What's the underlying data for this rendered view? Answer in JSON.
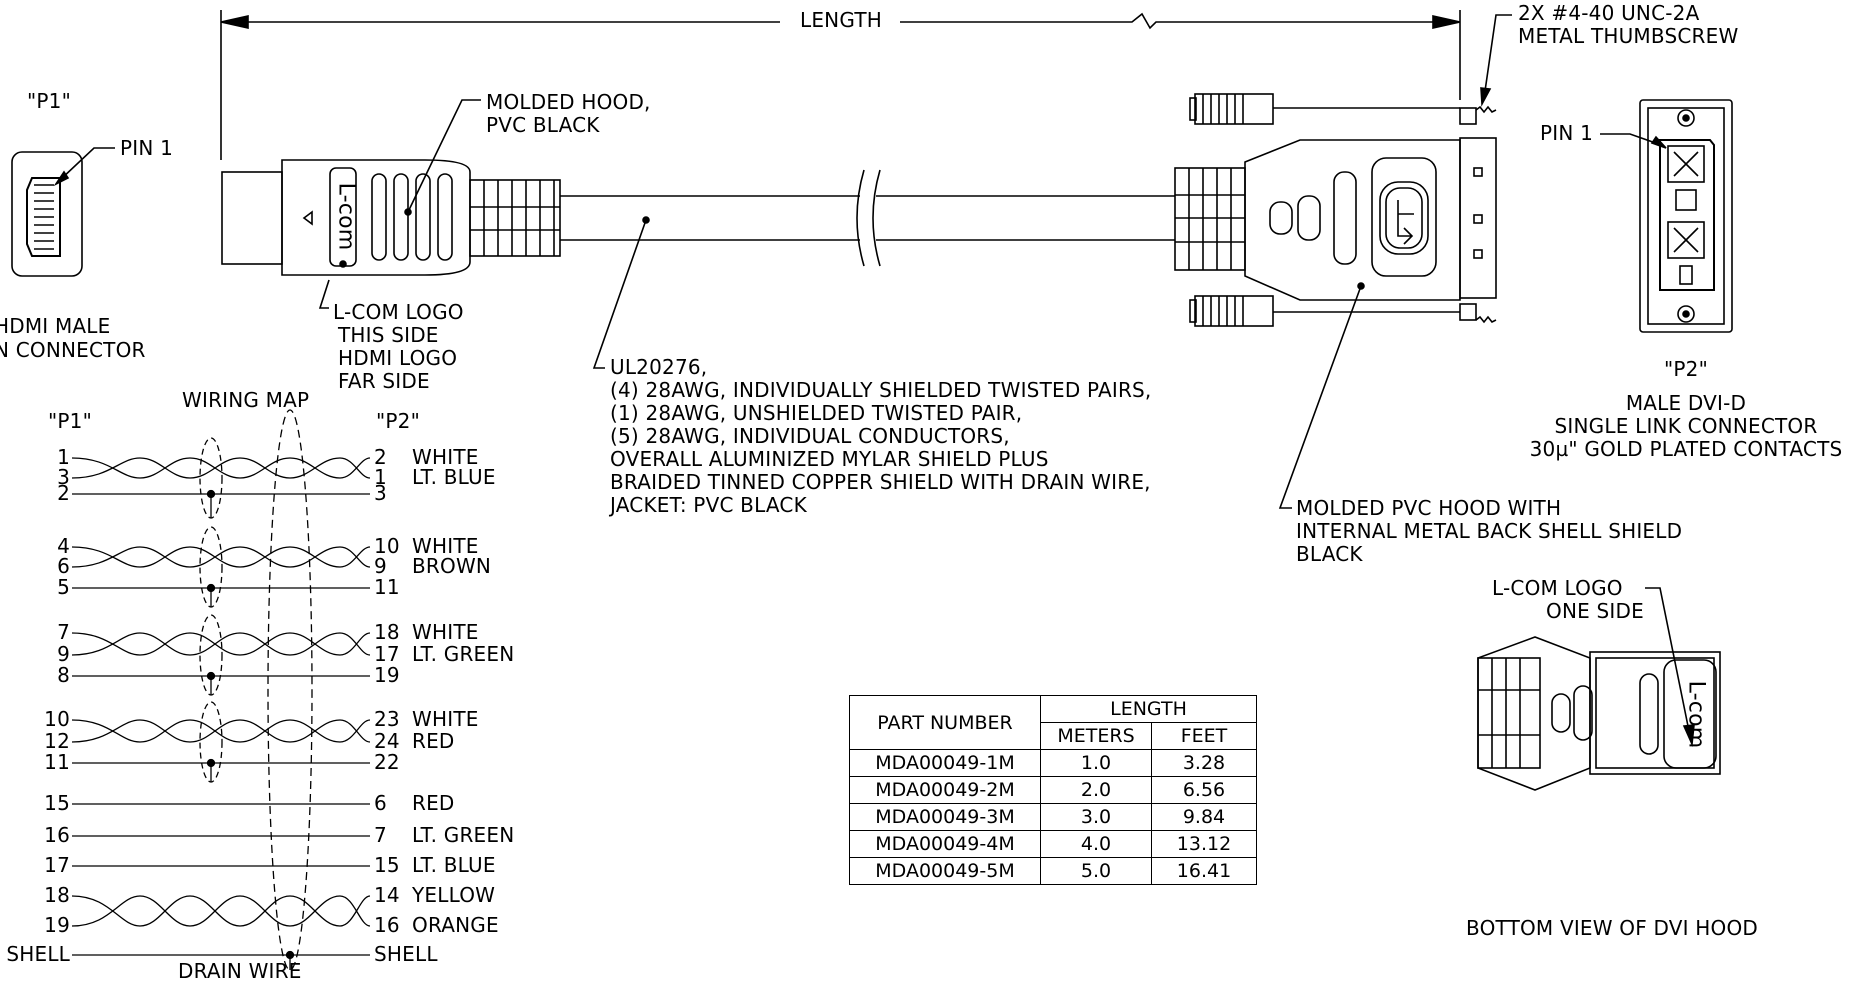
{
  "dimension": {
    "length": "LENGTH"
  },
  "callouts": {
    "thumbscrew": [
      "2X #4-40 UNC-2A",
      "METAL THUMBSCREW"
    ],
    "hood_hdmi": [
      "MOLDED HOOD,",
      "PVC BLACK"
    ],
    "logo_hdmi": [
      "L-COM LOGO",
      "THIS SIDE",
      "HDMI LOGO",
      "FAR SIDE"
    ],
    "cable": [
      "UL20276,",
      "(4) 28AWG, INDIVIDUALLY SHIELDED TWISTED PAIRS,",
      "(1) 28AWG, UNSHIELDED TWISTED PAIR,",
      "(5) 28AWG, INDIVIDUAL CONDUCTORS,",
      "OVERALL ALUMINIZED MYLAR SHIELD PLUS",
      "BRAIDED TINNED COPPER SHIELD WITH DRAIN WIRE,",
      "JACKET: PVC BLACK"
    ],
    "hood_dvi": [
      "MOLDED PVC HOOD WITH",
      "INTERNAL METAL BACK SHELL SHIELD",
      "BLACK"
    ],
    "logo_dvi": [
      "L-COM LOGO",
      "ONE SIDE"
    ]
  },
  "p1": {
    "label": "\"P1\"",
    "pin": "PIN 1",
    "desc": [
      "HDMI MALE",
      "N CONNECTOR"
    ]
  },
  "p2": {
    "label": "\"P2\"",
    "pin": "PIN 1",
    "desc": [
      "MALE DVI-D",
      "SINGLE LINK CONNECTOR",
      "30µ\" GOLD PLATED CONTACTS"
    ]
  },
  "bottom_view": "BOTTOM VIEW OF DVI HOOD",
  "logo_text": "L-com",
  "wiring_map": {
    "title": "WIRING MAP",
    "p1_header": "\"P1\"",
    "p2_header": "\"P2\"",
    "drain_wire": "DRAIN WIRE",
    "rows": [
      {
        "p1": "1",
        "p2": "2",
        "color": "WHITE"
      },
      {
        "p1": "3",
        "p2": "1",
        "color": "LT. BLUE"
      },
      {
        "p1": "2",
        "p2": "3",
        "color": ""
      },
      {
        "p1": "4",
        "p2": "10",
        "color": "WHITE"
      },
      {
        "p1": "6",
        "p2": "9",
        "color": "BROWN"
      },
      {
        "p1": "5",
        "p2": "11",
        "color": ""
      },
      {
        "p1": "7",
        "p2": "18",
        "color": "WHITE"
      },
      {
        "p1": "9",
        "p2": "17",
        "color": "LT. GREEN"
      },
      {
        "p1": "8",
        "p2": "19",
        "color": ""
      },
      {
        "p1": "10",
        "p2": "23",
        "color": "WHITE"
      },
      {
        "p1": "12",
        "p2": "24",
        "color": "RED"
      },
      {
        "p1": "11",
        "p2": "22",
        "color": ""
      },
      {
        "p1": "15",
        "p2": "6",
        "color": "RED"
      },
      {
        "p1": "16",
        "p2": "7",
        "color": "LT. GREEN"
      },
      {
        "p1": "17",
        "p2": "15",
        "color": "LT. BLUE"
      },
      {
        "p1": "18",
        "p2": "14",
        "color": "YELLOW"
      },
      {
        "p1": "19",
        "p2": "16",
        "color": "ORANGE"
      },
      {
        "p1": "SHELL",
        "p2": "SHELL",
        "color": ""
      }
    ]
  },
  "table": {
    "headers": {
      "part": "PART NUMBER",
      "length": "LENGTH",
      "meters": "METERS",
      "feet": "FEET"
    },
    "rows": [
      {
        "part": "MDA00049-1M",
        "meters": "1.0",
        "feet": "3.28"
      },
      {
        "part": "MDA00049-2M",
        "meters": "2.0",
        "feet": "6.56"
      },
      {
        "part": "MDA00049-3M",
        "meters": "3.0",
        "feet": "9.84"
      },
      {
        "part": "MDA00049-4M",
        "meters": "4.0",
        "feet": "13.12"
      },
      {
        "part": "MDA00049-5M",
        "meters": "5.0",
        "feet": "16.41"
      }
    ]
  }
}
